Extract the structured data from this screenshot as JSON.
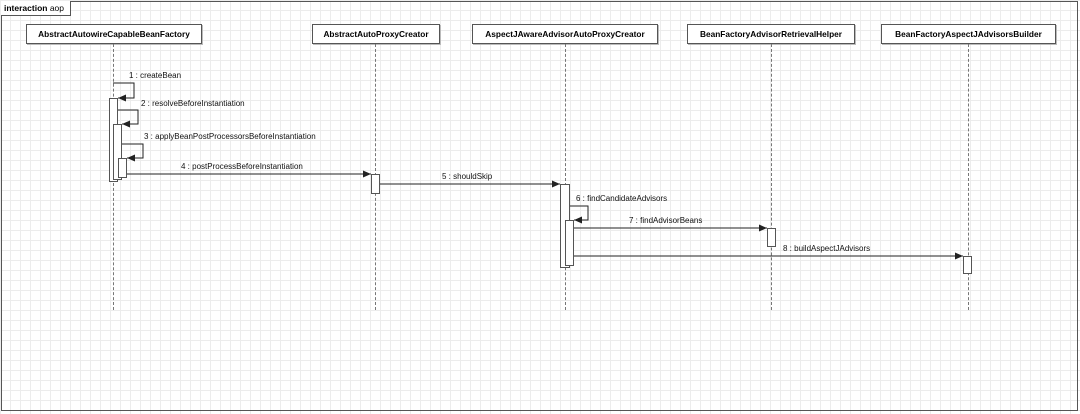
{
  "frame": {
    "keyword": "interaction",
    "name": "aop"
  },
  "participants": [
    {
      "id": "p1",
      "label": "AbstractAutowireCapableBeanFactory"
    },
    {
      "id": "p2",
      "label": "AbstractAutoProxyCreator"
    },
    {
      "id": "p3",
      "label": "AspectJAwareAdvisorAutoProxyCreator"
    },
    {
      "id": "p4",
      "label": "BeanFactoryAdvisorRetrievalHelper"
    },
    {
      "id": "p5",
      "label": "BeanFactoryAspectJAdvisorsBuilder"
    }
  ],
  "messages": [
    {
      "num": "1",
      "name": "createBean",
      "label": "1 : createBean",
      "from": "p1",
      "to": "p1"
    },
    {
      "num": "2",
      "name": "resolveBeforeInstantiation",
      "label": "2 : resolveBeforeInstantiation",
      "from": "p1",
      "to": "p1"
    },
    {
      "num": "3",
      "name": "applyBeanPostProcessorsBeforeInstantiation",
      "label": "3 : applyBeanPostProcessorsBeforeInstantiation",
      "from": "p1",
      "to": "p1"
    },
    {
      "num": "4",
      "name": "postProcessBeforeInstantiation",
      "label": "4 : postProcessBeforeInstantiation",
      "from": "p1",
      "to": "p2"
    },
    {
      "num": "5",
      "name": "shouldSkip",
      "label": "5 : shouldSkip",
      "from": "p2",
      "to": "p3"
    },
    {
      "num": "6",
      "name": "findCandidateAdvisors",
      "label": "6 : findCandidateAdvisors",
      "from": "p3",
      "to": "p3"
    },
    {
      "num": "7",
      "name": "findAdvisorBeans",
      "label": "7 : findAdvisorBeans",
      "from": "p3",
      "to": "p4"
    },
    {
      "num": "8",
      "name": "buildAspectJAdvisors",
      "label": "8 : buildAspectJAdvisors",
      "from": "p3",
      "to": "p5"
    }
  ]
}
